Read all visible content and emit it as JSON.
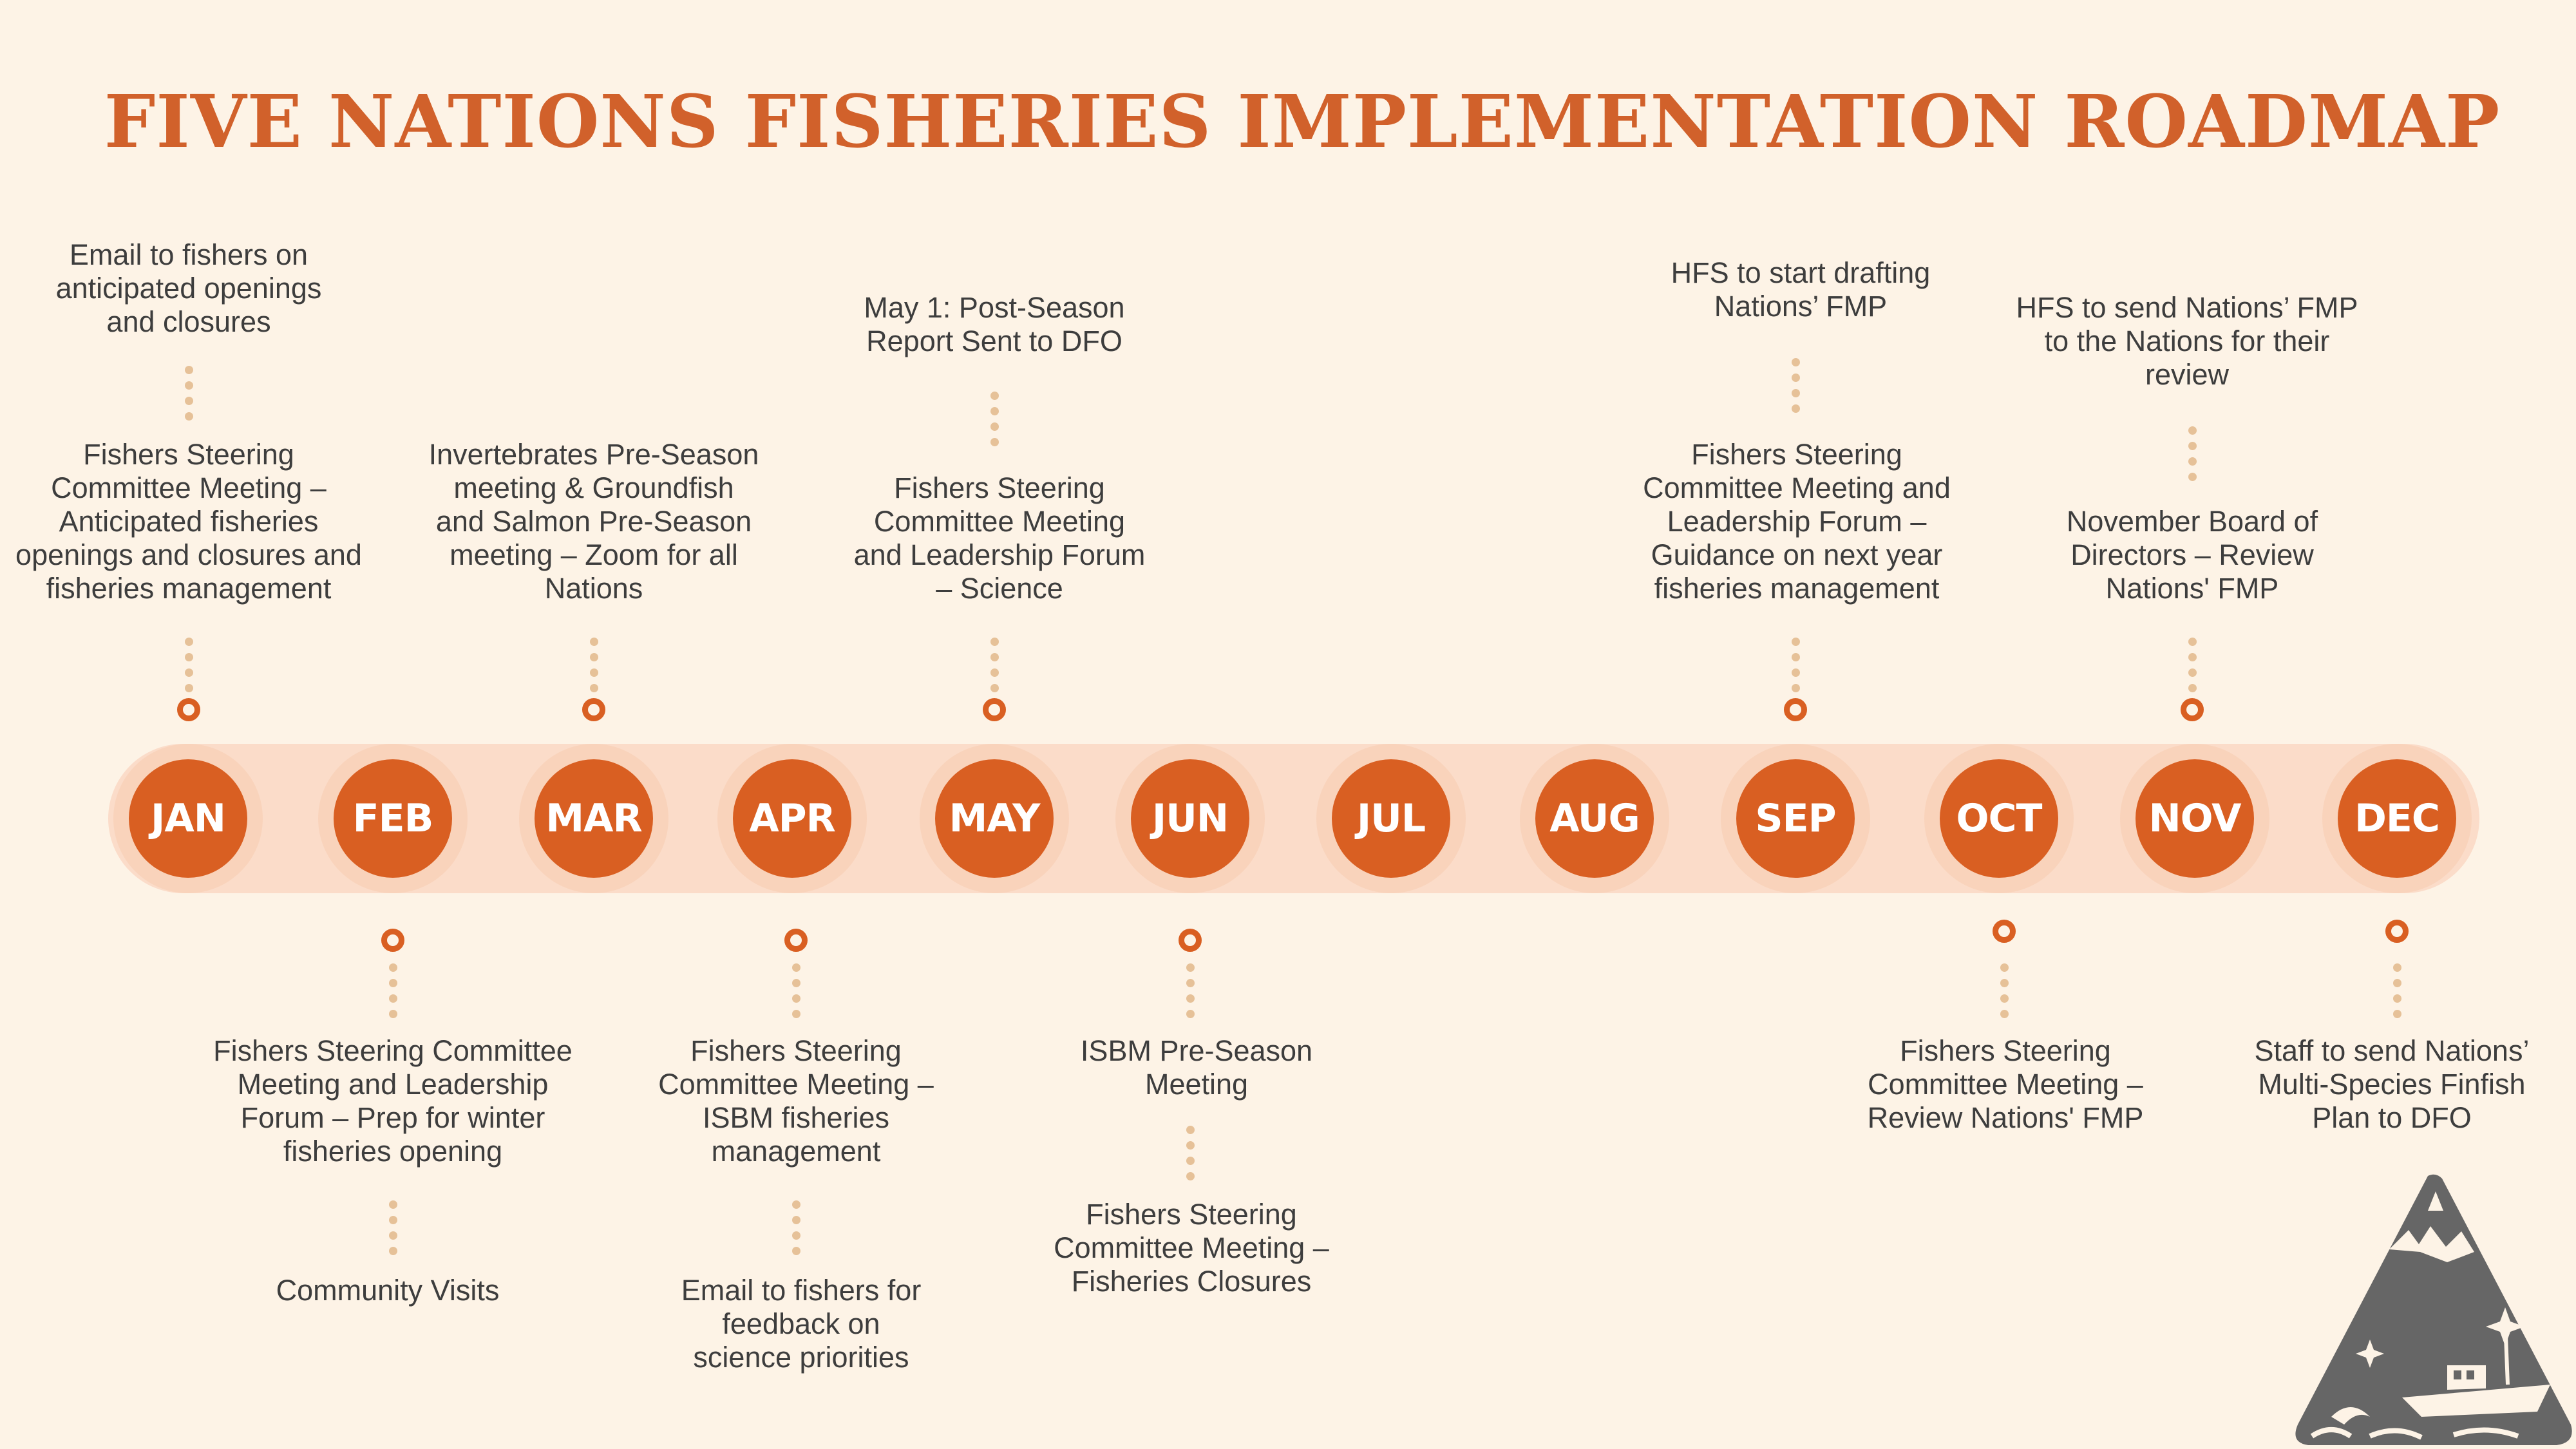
{
  "title": "FIVE NATIONS FISHERIES IMPLEMENTATION ROADMAP",
  "months": [
    "JAN",
    "FEB",
    "MAR",
    "APR",
    "MAY",
    "JUN",
    "JUL",
    "AUG",
    "SEP",
    "OCT",
    "NOV",
    "DEC"
  ],
  "events_above": [
    {
      "month": "JAN",
      "items": [
        "Email to fishers on\nanticipated openings\nand closures",
        "Fishers Steering\nCommittee Meeting –\nAnticipated fisheries\nopenings and closures and\nfisheries management"
      ]
    },
    {
      "month": "MAR",
      "items": [
        "Invertebrates Pre-Season\nmeeting & Groundfish\nand Salmon Pre-Season\nmeeting – Zoom for all\nNations"
      ]
    },
    {
      "month": "MAY",
      "items": [
        "May 1: Post-Season\nReport Sent to DFO",
        "Fishers Steering\nCommittee Meeting\nand Leadership Forum\n– Science"
      ]
    },
    {
      "month": "SEP",
      "items": [
        "HFS to start drafting\nNations’ FMP",
        "Fishers Steering\nCommittee Meeting and\nLeadership Forum –\nGuidance on next year\nfisheries management"
      ]
    },
    {
      "month": "NOV",
      "items": [
        "HFS to send Nations’ FMP\nto the Nations for their\nreview",
        "November Board of\nDirectors – Review\nNations' FMP"
      ]
    }
  ],
  "events_below": [
    {
      "month": "FEB",
      "items": [
        "Fishers Steering Committee\nMeeting and Leadership\nForum – Prep for winter\nfisheries opening",
        "Community Visits"
      ]
    },
    {
      "month": "APR",
      "items": [
        "Fishers Steering\nCommittee Meeting –\nISBM fisheries\nmanagement",
        "Email to fishers for\nfeedback on\nscience priorities"
      ]
    },
    {
      "month": "JUN",
      "items": [
        "ISBM Pre-Season\nMeeting",
        "Fishers Steering\nCommittee Meeting –\nFisheries Closures"
      ]
    },
    {
      "month": "OCT",
      "items": [
        "Fishers Steering\nCommittee Meeting –\nReview Nations' FMP"
      ]
    },
    {
      "month": "DEC",
      "items": [
        "Staff to send Nations’\nMulti-Species Finfish\nPlan to DFO"
      ]
    }
  ],
  "colors": {
    "accent": "#d95f22",
    "title": "#d1612b",
    "track": "#fbdcc9",
    "background": "#fdf3e6",
    "dots": "#e6c198",
    "text": "#3d3d3d"
  },
  "logo_icon": "mountain-boat-emblem-icon"
}
